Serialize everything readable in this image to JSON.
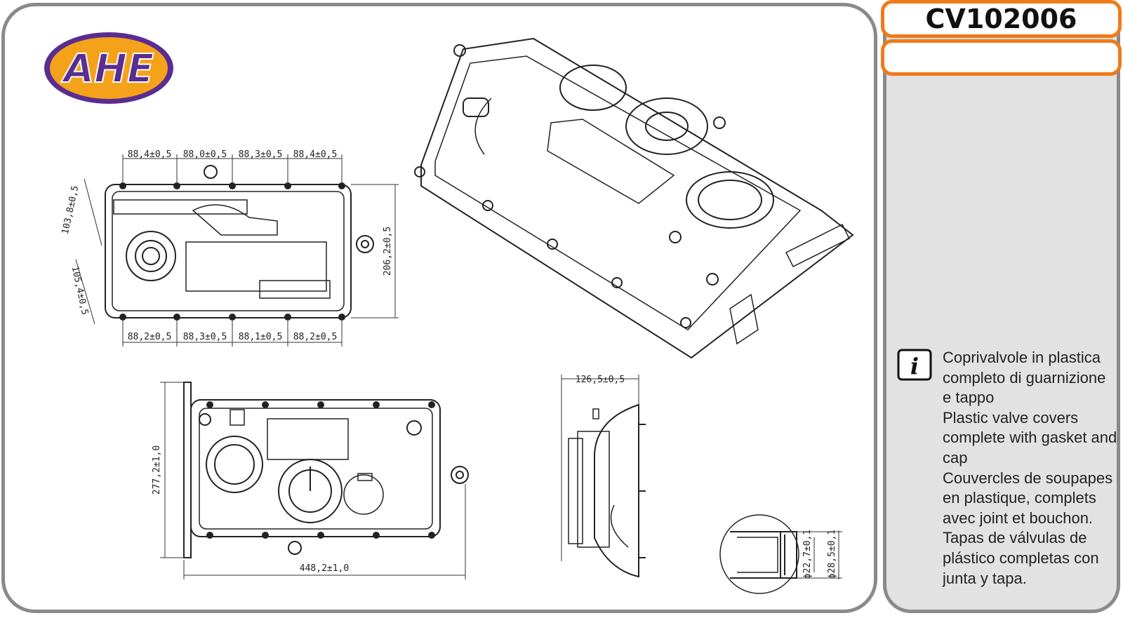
{
  "product": {
    "code": "CV102006",
    "brand": "AHE"
  },
  "description": [
    "Coprivalvole in plastica",
    "completo di guarnizione",
    "e tappo",
    "Plastic valve covers",
    "complete with gasket and",
    "cap",
    "Couvercles de soupapes",
    "en plastique, complets",
    "avec joint et bouchon.",
    "Tapas de válvulas de",
    "plástico completas con",
    "junta y tapa."
  ],
  "dimensions": {
    "top_view": {
      "top": [
        "88,4±0,5",
        "88,0±0,5",
        "88,3±0,5",
        "88,4±0,5"
      ],
      "bottom": [
        "88,2±0,5",
        "88,3±0,5",
        "88,1±0,5",
        "88,2±0,5"
      ],
      "left_upper": "103,8±0,5",
      "left_lower": "105,4±0,5",
      "right": "206,2±0,5"
    },
    "bottom_view": {
      "height": "277,2±1,0",
      "length": "448,2±1,0"
    },
    "side_view": {
      "width": "126,5±0,5"
    },
    "detail": {
      "inner": "ϕ22,7±0,1",
      "outer": "ϕ28,5±0,1"
    }
  },
  "icons": {
    "info": "info-icon",
    "logo": "ahe-logo"
  },
  "colors": {
    "accent_orange": "#f07a1a",
    "logo_purple": "#5a2d91",
    "logo_orange": "#f5a21b",
    "frame_gray": "#8a8a8a",
    "panel_gray": "#e2e2e2"
  }
}
